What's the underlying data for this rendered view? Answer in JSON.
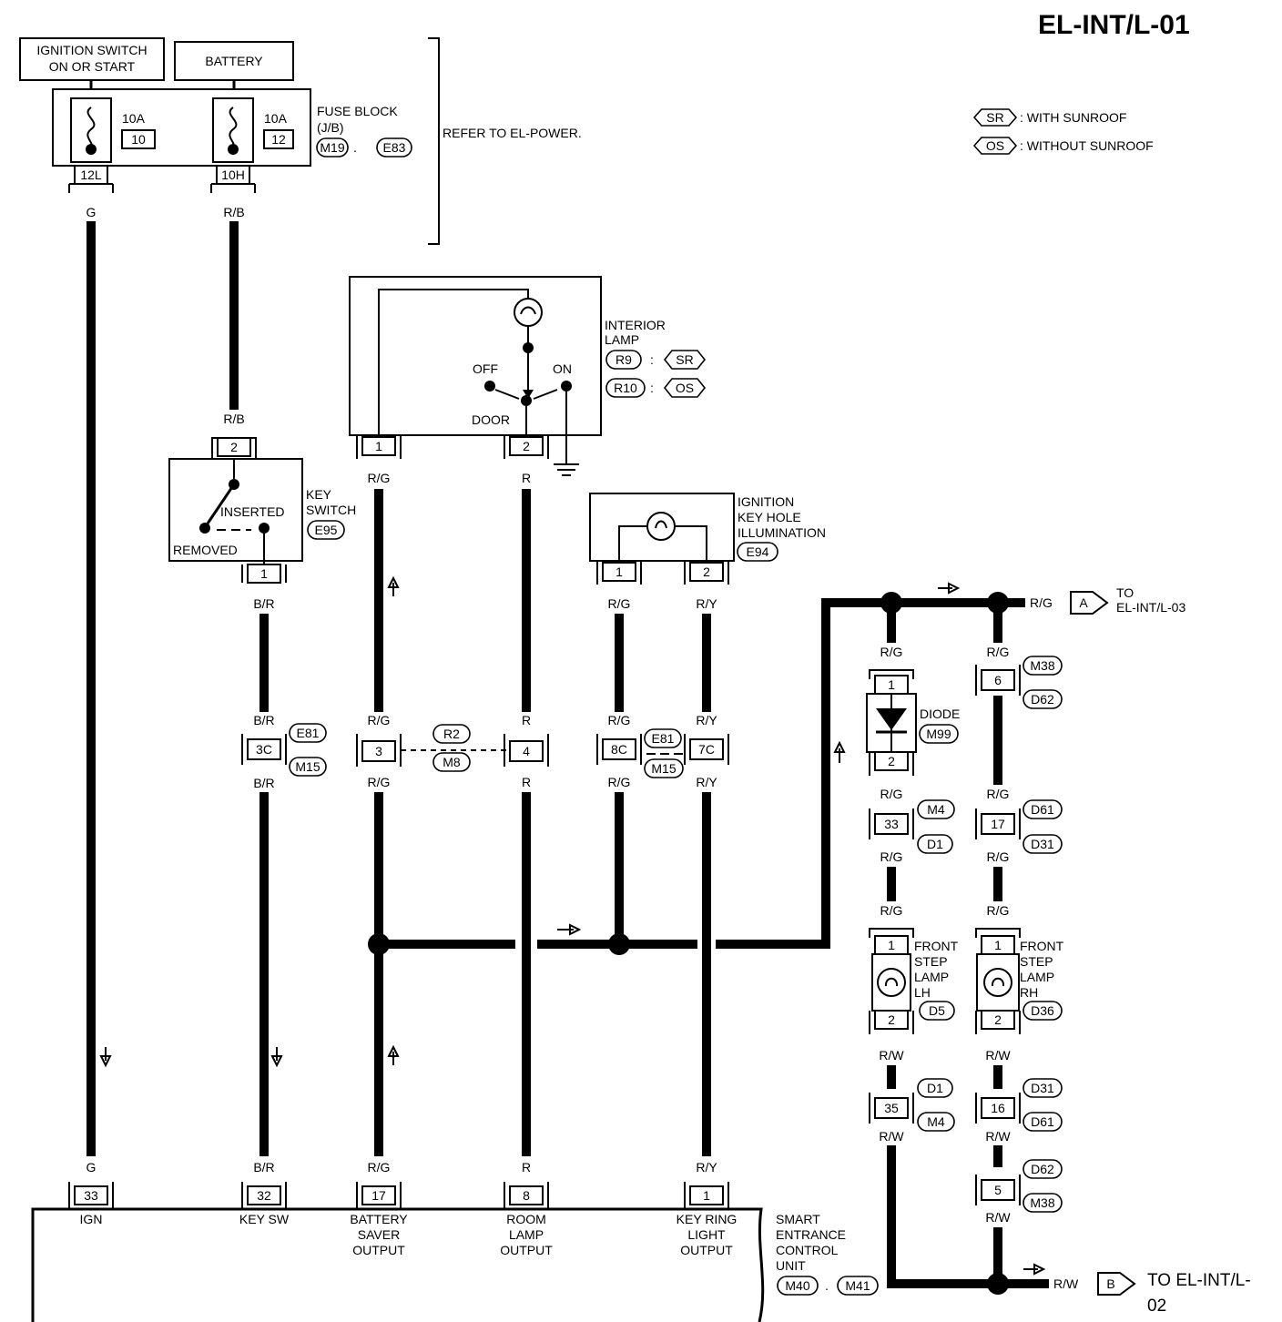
{
  "page_id": "EL-INT/L-01",
  "legend": {
    "sr_tag": "SR",
    "sr_text": ": WITH SUNROOF",
    "os_tag": "OS",
    "os_text": ": WITHOUT SUNROOF"
  },
  "sources": {
    "ignition": [
      "IGNITION SWITCH",
      "ON OR START"
    ],
    "battery": "BATTERY"
  },
  "fuse_block": {
    "label": [
      "FUSE BLOCK",
      "(J/B)"
    ],
    "conn1": "M19",
    "conn2": "E83",
    "fuses": [
      {
        "amp": "10A",
        "num": "10",
        "pin": "12L"
      },
      {
        "amp": "10A",
        "num": "12",
        "pin": "10H"
      }
    ],
    "refer": "REFER TO EL-POWER."
  },
  "wires": {
    "g": "G",
    "rb": "R/B",
    "br": "B/R",
    "rg": "R/G",
    "r": "R",
    "ry": "R/Y",
    "rw": "R/W"
  },
  "key_switch": {
    "label": [
      "KEY",
      "SWITCH"
    ],
    "conn": "E95",
    "inserted": "INSERTED",
    "removed": "REMOVED",
    "pin_in": "2",
    "pin_out": "1"
  },
  "interior_lamp": {
    "label": [
      "INTERIOR",
      "LAMP"
    ],
    "conn1": "R9",
    "tag1": "SR",
    "conn2": "R10",
    "tag2": "OS",
    "off": "OFF",
    "on": "ON",
    "door": "DOOR",
    "pin1": "1",
    "pin2": "2"
  },
  "key_hole": {
    "label": [
      "IGNITION",
      "KEY HOLE",
      "ILLUMINATION"
    ],
    "conn": "E94",
    "pin1": "1",
    "pin2": "2"
  },
  "joint_left": {
    "pin": "3C",
    "c1": "E81",
    "c2": "M15"
  },
  "joint_mid": {
    "pin1": "3",
    "pin2": "4",
    "c1": "R2",
    "c2": "M8"
  },
  "joint_right": {
    "pin1": "8C",
    "pin2": "7C",
    "c1": "E81",
    "c2": "M15"
  },
  "diode": {
    "label": "DIODE",
    "conn": "M99",
    "pin1": "1",
    "pin2": "2"
  },
  "left_branch": {
    "pin_a": "33",
    "a1": "M4",
    "a2": "D1",
    "lamp": [
      "FRONT",
      "STEP",
      "LAMP",
      "LH"
    ],
    "lamp_conn": "D5",
    "pin_b": "35",
    "b1": "D1",
    "b2": "M4",
    "lp1": "1",
    "lp2": "2"
  },
  "right_branch": {
    "pin_top": "6",
    "t1": "M38",
    "t2": "D62",
    "pin_a": "17",
    "a1": "D61",
    "a2": "D31",
    "lamp": [
      "FRONT",
      "STEP",
      "LAMP",
      "RH"
    ],
    "lamp_conn": "D36",
    "pin_b": "16",
    "b1": "D31",
    "b2": "D61",
    "pin_c": "5",
    "c1": "D62",
    "c2": "M38",
    "lp1": "1",
    "lp2": "2"
  },
  "to_a": {
    "tag": "A",
    "text": [
      "TO",
      "EL-INT/L-03"
    ]
  },
  "to_b": {
    "tag": "B",
    "text": [
      "TO EL-INT/L-",
      "02"
    ]
  },
  "unit": {
    "label": [
      "SMART",
      "ENTRANCE",
      "CONTROL",
      "UNIT"
    ],
    "conn1": "M40",
    "conn2": "M41",
    "pins": [
      {
        "num": "33",
        "name": [
          "IGN"
        ]
      },
      {
        "num": "32",
        "name": [
          "KEY SW"
        ]
      },
      {
        "num": "17",
        "name": [
          "BATTERY",
          "SAVER",
          "OUTPUT"
        ]
      },
      {
        "num": "8",
        "name": [
          "ROOM",
          "LAMP",
          "OUTPUT"
        ]
      },
      {
        "num": "1",
        "name": [
          "KEY RING",
          "LIGHT",
          "OUTPUT"
        ]
      }
    ]
  }
}
